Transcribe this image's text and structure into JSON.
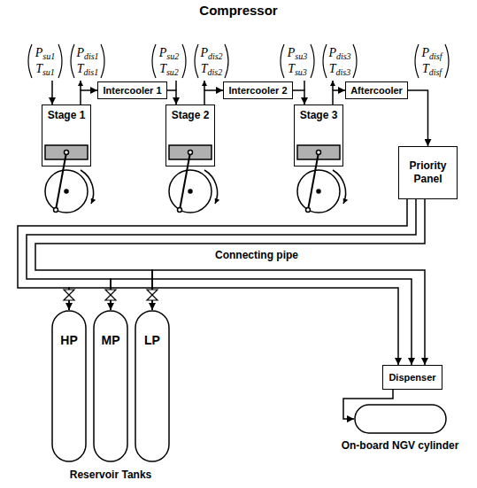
{
  "diagram": {
    "title": "Compressor",
    "nodes": [
      {
        "text": [
          "Stage 1"
        ]
      },
      {
        "text": [
          "Intercooler 1"
        ]
      },
      {
        "text": [
          "Stage 2"
        ]
      },
      {
        "text": [
          "Intercooler 2"
        ]
      },
      {
        "text": [
          "Stage 3"
        ]
      },
      {
        "text": [
          "Aftercooler"
        ]
      },
      {
        "text": [
          "Priority Panel"
        ]
      },
      {
        "text": [
          "HP"
        ]
      },
      {
        "text": [
          "MP"
        ]
      },
      {
        "text": [
          "LP"
        ]
      },
      {
        "text": [
          "Dispenser"
        ]
      },
      {
        "text": [
          "On-board NGV cylinder"
        ]
      }
    ],
    "edges": [
      {
        "from": 0,
        "to": 1,
        "arrow": "to"
      },
      {
        "from": 1,
        "to": 2,
        "arrow": "to"
      },
      {
        "from": 2,
        "to": 3,
        "arrow": "to"
      },
      {
        "from": 3,
        "to": 4,
        "arrow": "to"
      },
      {
        "from": 4,
        "to": 5,
        "arrow": "to"
      },
      {
        "from": 5,
        "to": 6,
        "arrow": "to"
      },
      {
        "from": 6,
        "to": 7,
        "arrow": "to"
      },
      {
        "from": 6,
        "to": 8,
        "arrow": "to"
      },
      {
        "from": 6,
        "to": 9,
        "arrow": "to"
      },
      {
        "from": 7,
        "to": 10,
        "arrow": "to"
      },
      {
        "from": 8,
        "to": 10,
        "arrow": "to"
      },
      {
        "from": 9,
        "to": 10,
        "arrow": "to"
      },
      {
        "from": 10,
        "to": 11,
        "arrow": "to"
      }
    ],
    "labels": [
      "Psu1",
      "Tsu1",
      "Pdis1",
      "Tdis1",
      "Psu2",
      "Tsu2",
      "Pdis2",
      "Tdis2",
      "Psu3",
      "Tsu3",
      "Pdis3",
      "Tdis3",
      "Pdisf",
      "Tdisf",
      "Connecting pipe",
      "Reservoir Tanks"
    ]
  }
}
